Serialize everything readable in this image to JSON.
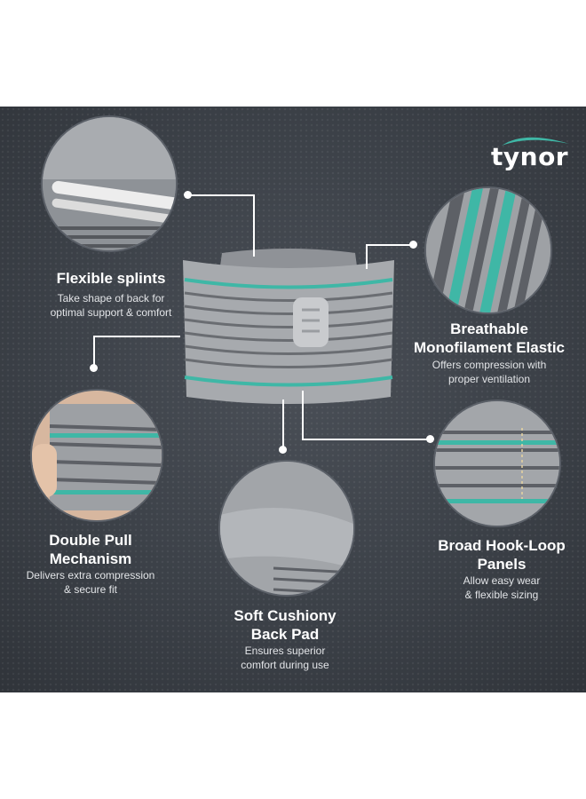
{
  "brand": {
    "name": "tynor",
    "accent": "#3fb7a6"
  },
  "features": [
    {
      "title": "Flexible splints",
      "desc": [
        "Take shape of back for",
        "optimal support & comfort"
      ]
    },
    {
      "title": [
        "Breathable",
        "Monofilament Elastic"
      ],
      "desc": [
        "Offers compression with",
        "proper ventilation"
      ]
    },
    {
      "title": [
        "Double Pull",
        "Mechanism"
      ],
      "desc": [
        "Delivers extra compression",
        "& secure fit"
      ]
    },
    {
      "title": [
        "Broad Hook-Loop",
        "Panels"
      ],
      "desc": [
        "Allow easy wear",
        "& flexible sizing"
      ]
    },
    {
      "title": [
        "Soft Cushiony",
        "Back Pad"
      ],
      "desc": [
        "Ensures superior",
        "comfort during use"
      ]
    }
  ],
  "colors": {
    "panel_bg": "#3c4148",
    "belt_gray": "#a7aaae",
    "stripe_teal": "#3fb7a6",
    "stripe_dark": "#5d6066"
  }
}
